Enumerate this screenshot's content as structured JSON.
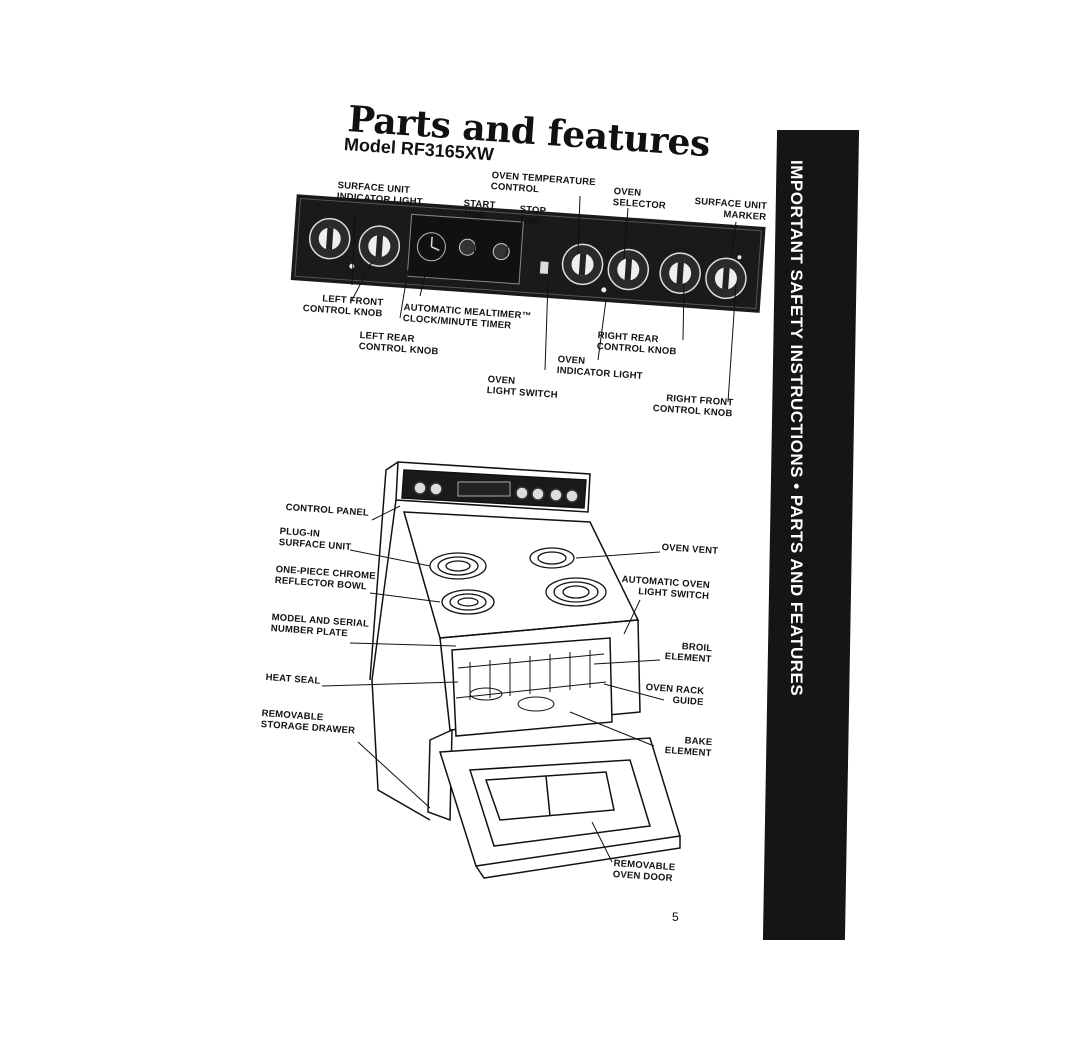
{
  "page": {
    "title": "Parts and features",
    "model": "Model RF3165XW",
    "page_number": "5",
    "sidebar_text": "IMPORTANT SAFETY INSTRUCTIONS • PARTS AND FEATURES"
  },
  "panel_labels": {
    "surface_unit_indicator_light": "SURFACE UNIT\nINDICATOR LIGHT",
    "oven_temperature_control": "OVEN TEMPERATURE\nCONTROL",
    "start_time": "START\nTIME",
    "stop_time": "STOP\nTIME",
    "oven_selector": "OVEN\nSELECTOR",
    "surface_unit_marker": "SURFACE UNIT\nMARKER",
    "left_front_control_knob": "LEFT FRONT\nCONTROL KNOB",
    "automatic_mealtimer": "AUTOMATIC MEALTIMER™\nCLOCK/MINUTE TIMER",
    "left_rear_control_knob": "LEFT REAR\nCONTROL KNOB",
    "right_rear_control_knob": "RIGHT REAR\nCONTROL KNOB",
    "oven_indicator_light": "OVEN\nINDICATOR LIGHT",
    "oven_light_switch": "OVEN\nLIGHT SWITCH",
    "right_front_control_knob": "RIGHT FRONT\nCONTROL KNOB"
  },
  "range_labels": {
    "control_panel": "CONTROL PANEL",
    "plug_in_surface_unit": "PLUG-IN\nSURFACE UNIT",
    "reflector_bowl": "ONE-PIECE CHROME\nREFLECTOR BOWL",
    "model_serial_plate": "MODEL AND SERIAL\nNUMBER PLATE",
    "heat_seal": "HEAT SEAL",
    "storage_drawer": "REMOVABLE\nSTORAGE DRAWER",
    "oven_vent": "OVEN VENT",
    "automatic_oven_light_switch": "AUTOMATIC OVEN\nLIGHT SWITCH",
    "broil_element": "BROIL\nELEMENT",
    "oven_rack_guide": "OVEN RACK\nGUIDE",
    "bake_element": "BAKE\nELEMENT",
    "removable_oven_door": "REMOVABLE\nOVEN DOOR"
  }
}
